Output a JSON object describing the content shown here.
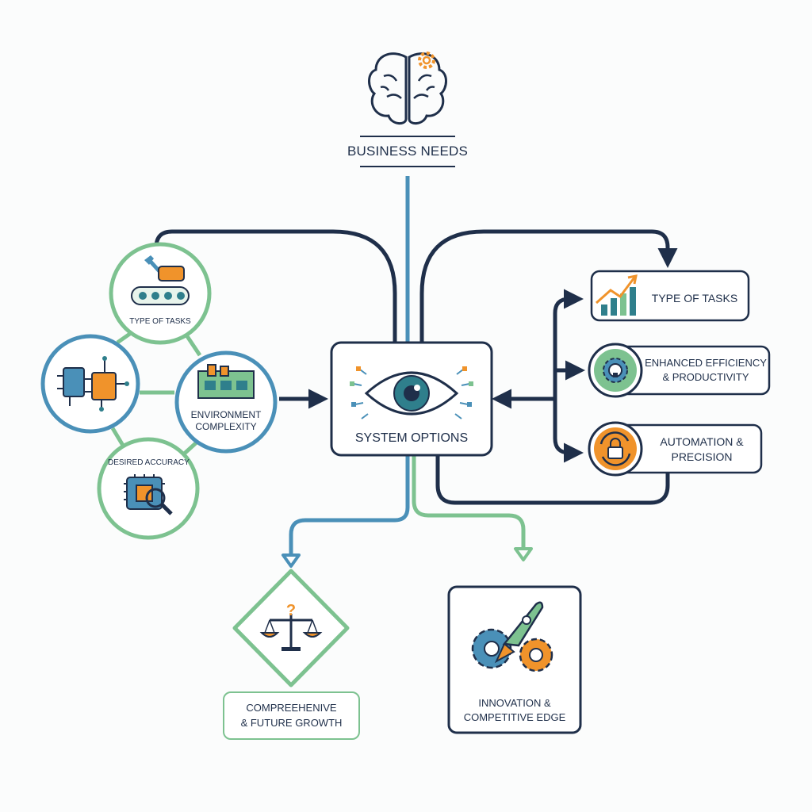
{
  "top": {
    "title": "BUSINESS NEEDS",
    "icon": "brain-gear-icon"
  },
  "left_cluster": {
    "type_of_tasks": "TYPE OF TASKS",
    "environment_complexity_line1": "ENVIRONMENT",
    "environment_complexity_line2": "COMPLEXITY",
    "desired_accuracy": "DESIRED ACCURACY"
  },
  "center": {
    "title": "SYSTEM OPTIONS",
    "icon": "eye-circuit-icon"
  },
  "right_column": {
    "items": [
      {
        "line1": "TYPE OF TASKS",
        "line2": "",
        "icon": "growth-chart-icon"
      },
      {
        "line1": "ENHANCED EFFICIENCY",
        "line2": "& PRODUCTIVITY",
        "icon": "gear-bulb-icon"
      },
      {
        "line1": "AUTOMATION &",
        "line2": "PRECISION",
        "icon": "lock-cycle-icon"
      }
    ]
  },
  "bottom": {
    "left_line1": "COMPREEHENIVE",
    "left_line2": "& FUTURE GROWTH",
    "right_line1": "INNOVATION &",
    "right_line2": "COMPETITIVE EDGE"
  },
  "colors": {
    "navy": "#1f2f4a",
    "blue": "#4a90b8",
    "green": "#7dc290",
    "orange": "#f0932b",
    "teal": "#2f7f8c"
  }
}
